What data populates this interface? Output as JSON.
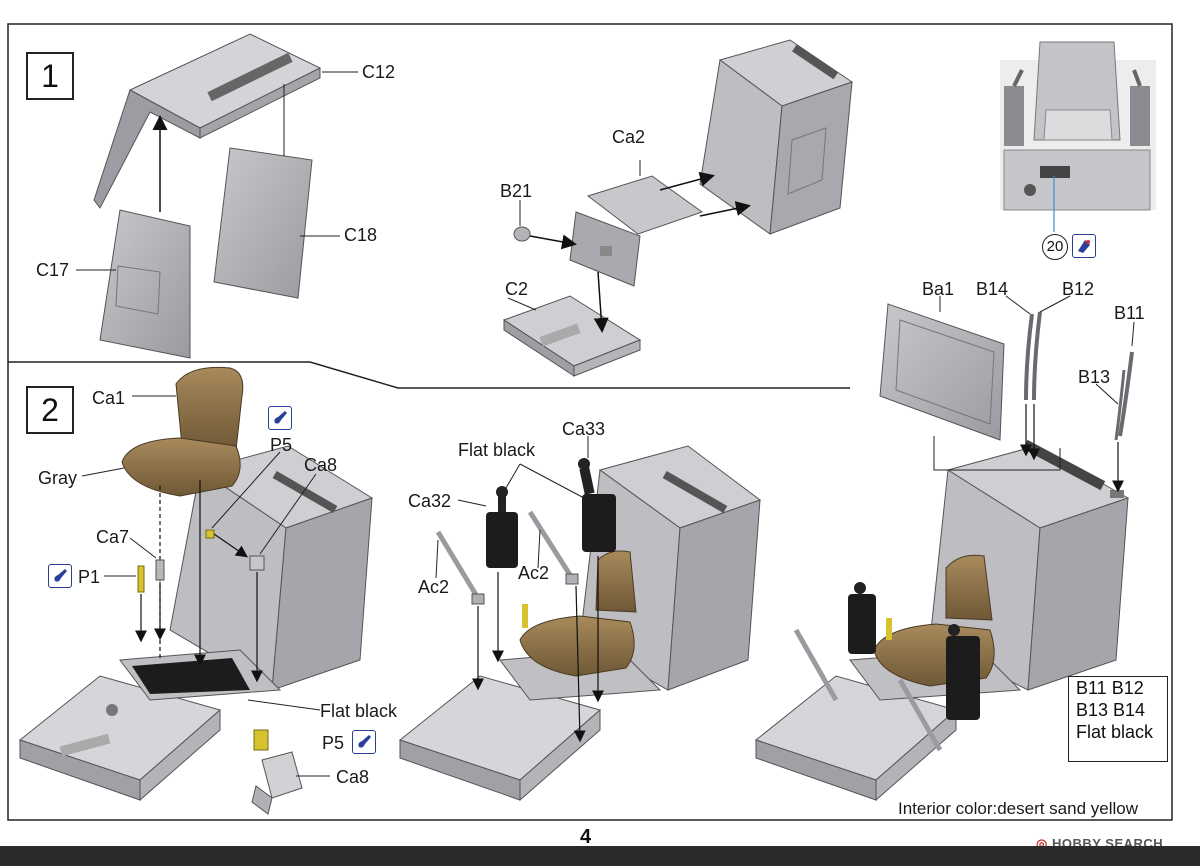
{
  "steps": {
    "step1": "1",
    "step2": "2"
  },
  "step1_labels": {
    "c12": "C12",
    "c17": "C17",
    "c18": "C18",
    "ca2": "Ca2",
    "b21": "B21",
    "c2": "C2",
    "ref_20": "20"
  },
  "step2_labels": {
    "ca1": "Ca1",
    "gray": "Gray",
    "p5_top": "P5",
    "ca8_top": "Ca8",
    "ca7": "Ca7",
    "p1": "P1",
    "flat_black_floor": "Flat black",
    "p5_bottom": "P5",
    "ca8_bottom": "Ca8",
    "flat_black_levers": "Flat black",
    "ca33": "Ca33",
    "ca32": "Ca32",
    "ac2_left": "Ac2",
    "ac2_right": "Ac2",
    "ba1": "Ba1",
    "b14": "B14",
    "b12": "B12",
    "b11": "B11",
    "b13": "B13"
  },
  "legend": {
    "row1": "B11  B12",
    "row2": "B13  B14",
    "row3": "Flat black"
  },
  "note": "Interior color:desert sand yellow",
  "page_number": "4",
  "watermark": {
    "mark": "◎",
    "text": "HOBBY SEARCH"
  },
  "colors": {
    "part_gray": "#b8b8bc",
    "part_gray_dark": "#8e8e94",
    "seat_tan": "#8a7048",
    "flat_black": "#1c1c1c",
    "paint_icon_blue": "#2a3f9a",
    "accent_yellow": "#d8c230"
  }
}
